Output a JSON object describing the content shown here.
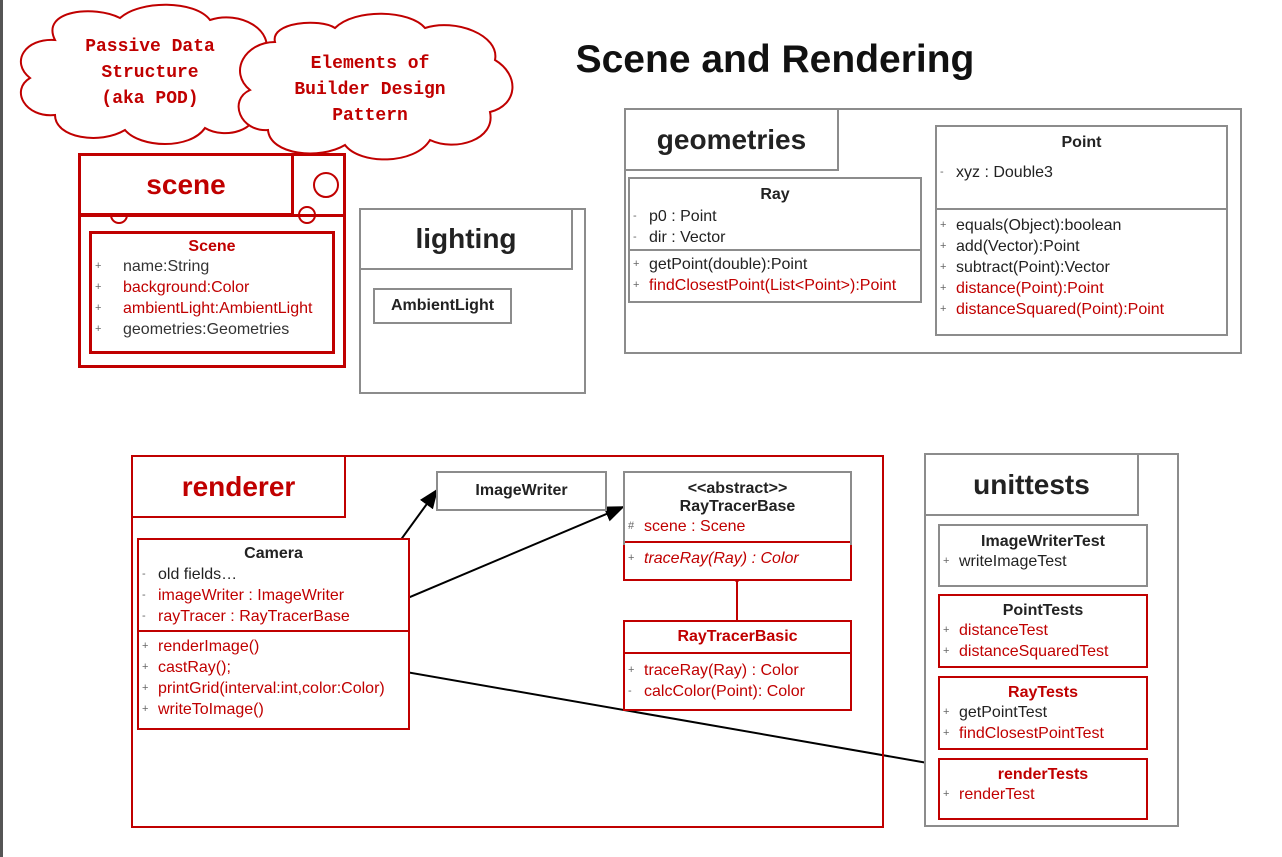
{
  "title": "Scene and Rendering",
  "clouds": [
    {
      "lines": [
        "Passive Data",
        "Structure",
        "(aka POD)"
      ]
    },
    {
      "lines": [
        "Elements of",
        "Builder Design",
        "Pattern"
      ]
    }
  ],
  "packages": {
    "scene": {
      "tab": "scene",
      "scene_class": {
        "title": "Scene",
        "fields": [
          {
            "mark": "+",
            "text": "name:String",
            "red": false
          },
          {
            "mark": "+",
            "text": "background:Color",
            "red": true
          },
          {
            "mark": "+",
            "text": "ambientLight:AmbientLight",
            "red": true
          },
          {
            "mark": "+",
            "text": "geometries:Geometries",
            "red": false
          }
        ]
      }
    },
    "lighting": {
      "tab": "lighting",
      "ambient_class": "AmbientLight"
    },
    "geometries": {
      "tab": "geometries",
      "ray": {
        "title": "Ray",
        "fields": [
          {
            "mark": "-",
            "text": "p0 : Point"
          },
          {
            "mark": "-",
            "text": "dir : Vector"
          }
        ],
        "methods": [
          {
            "mark": "+",
            "text": "getPoint(double):Point",
            "red": false
          },
          {
            "mark": "+",
            "text": "findClosestPoint(List<Point>):Point",
            "red": true
          }
        ]
      },
      "point": {
        "title": "Point",
        "fields": [
          {
            "mark": "-",
            "text": "xyz : Double3"
          }
        ],
        "methods": [
          {
            "mark": "+",
            "text": "equals(Object):boolean",
            "red": false
          },
          {
            "mark": "+",
            "text": "add(Vector):Point",
            "red": false
          },
          {
            "mark": "+",
            "text": "subtract(Point):Vector",
            "red": false
          },
          {
            "mark": "+",
            "text": "distance(Point):Point",
            "red": true
          },
          {
            "mark": "+",
            "text": "distanceSquared(Point):Point",
            "red": true
          }
        ]
      }
    },
    "renderer": {
      "tab": "renderer",
      "camera": {
        "title": "Camera",
        "fields": [
          {
            "mark": "-",
            "text": "old fields…",
            "red": false
          },
          {
            "mark": "-",
            "text": "imageWriter : ImageWriter",
            "red": true
          },
          {
            "mark": "-",
            "text": "rayTracer : RayTracerBase",
            "red": true
          }
        ],
        "methods": [
          {
            "mark": "+",
            "text": "renderImage()"
          },
          {
            "mark": "+",
            "text": "castRay();"
          },
          {
            "mark": "+",
            "text": "printGrid(interval:int,color:Color)"
          },
          {
            "mark": "+",
            "text": "writeToImage()"
          }
        ]
      },
      "image_writer": "ImageWriter",
      "ray_tracer_base": {
        "stereotype": "<<abstract>>",
        "title": "RayTracerBase",
        "fields": [
          {
            "mark": "#",
            "text": "scene : Scene"
          }
        ],
        "methods": [
          {
            "mark": "+",
            "text": "traceRay(Ray) : Color"
          }
        ]
      },
      "ray_tracer_basic": {
        "title": "RayTracerBasic",
        "methods": [
          {
            "mark": "+",
            "text": "traceRay(Ray) : Color"
          },
          {
            "mark": "-",
            "text": "calcColor(Point): Color"
          }
        ]
      }
    },
    "unittests": {
      "tab": "unittests",
      "image_writer_test": {
        "title": "ImageWriterTest",
        "rows": [
          {
            "mark": "+",
            "text": "writeImageTest",
            "red": false
          }
        ]
      },
      "point_tests": {
        "title": "PointTests",
        "rows": [
          {
            "mark": "+",
            "text": "distanceTest",
            "red": true
          },
          {
            "mark": "+",
            "text": "distanceSquaredTest",
            "red": true
          }
        ]
      },
      "ray_tests": {
        "title": "RayTests",
        "rows": [
          {
            "mark": "+",
            "text": "getPointTest",
            "red": false
          },
          {
            "mark": "+",
            "text": "findClosestPointTest",
            "red": true
          }
        ]
      },
      "render_tests": {
        "title": "renderTests",
        "rows": [
          {
            "mark": "+",
            "text": "renderTest",
            "red": true
          }
        ]
      }
    }
  },
  "colors": {
    "accent_red": "#c00000",
    "gray_border": "#8c8c8c"
  }
}
